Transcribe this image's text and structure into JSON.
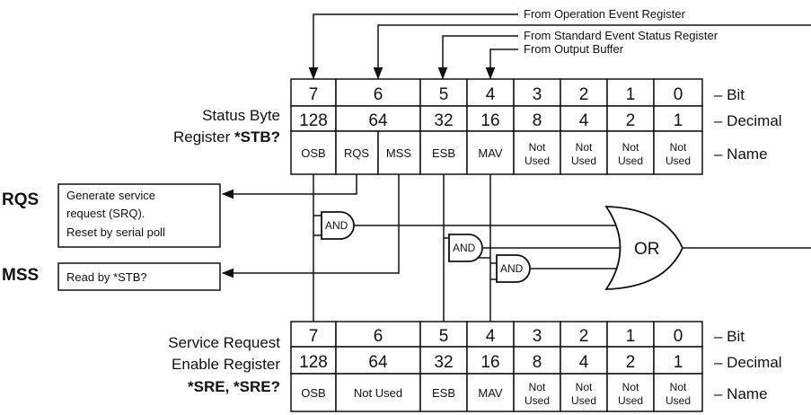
{
  "sources": {
    "operation": "From Operation Event Register",
    "standard": "From Standard Event Status Register",
    "output": "From Output Buffer"
  },
  "stb_register": {
    "label_line1": "Status Byte",
    "label_line2_prefix": "Register ",
    "label_line2_cmd": "*STB?",
    "bits": [
      "7",
      "6",
      "5",
      "4",
      "3",
      "2",
      "1",
      "0"
    ],
    "decimals": [
      "128",
      "64",
      "32",
      "16",
      "8",
      "4",
      "2",
      "1"
    ],
    "names": [
      "OSB",
      "RQS",
      "MSS",
      "ESB",
      "MAV",
      "Not Used",
      "Not Used",
      "Not Used",
      "Not Used"
    ]
  },
  "sre_register": {
    "label_line1": "Service Request",
    "label_line2": "Enable Register",
    "label_line3": "*SRE, *SRE?",
    "bits": [
      "7",
      "6",
      "5",
      "4",
      "3",
      "2",
      "1",
      "0"
    ],
    "decimals": [
      "128",
      "64",
      "32",
      "16",
      "8",
      "4",
      "2",
      "1"
    ],
    "names": [
      "OSB",
      "Not Used",
      "ESB",
      "MAV",
      "Not Used",
      "Not Used",
      "Not Used",
      "Not Used"
    ]
  },
  "row_labels": {
    "bit": "– Bit",
    "decimal": "– Decimal",
    "name": "– Name"
  },
  "rqs": {
    "tag": "RQS",
    "line1": "Generate service",
    "line2": "request (SRQ).",
    "line3": "Reset by serial poll"
  },
  "mss": {
    "tag": "MSS",
    "text": "Read by *STB?"
  },
  "gates": {
    "and": "AND",
    "or": "OR"
  }
}
